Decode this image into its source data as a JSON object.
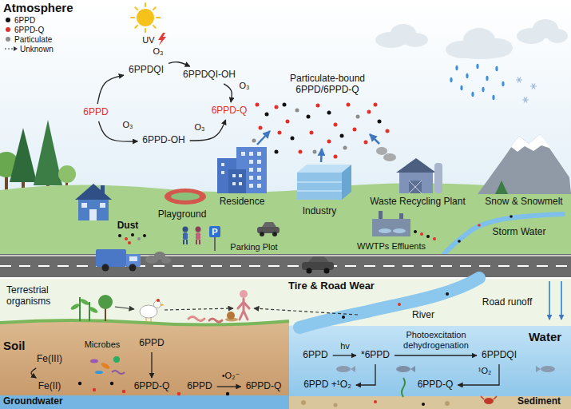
{
  "diagram": {
    "nodes": [
      {
        "text": [
          "6PPDQI"
        ]
      },
      {
        "text": [
          "6PPDQI-OH"
        ]
      },
      {
        "text": [
          "6PPD"
        ]
      },
      {
        "text": [
          "6PPD-Q"
        ]
      },
      {
        "text": [
          "6PPD-OH"
        ]
      },
      {
        "text": [
          "Fe(III)"
        ]
      },
      {
        "text": [
          "6PPD"
        ]
      },
      {
        "text": [
          "Fe(II)"
        ]
      },
      {
        "text": [
          "6PPD-Q"
        ]
      },
      {
        "text": [
          "6PPD"
        ]
      },
      {
        "text": [
          "6PPD-Q"
        ]
      },
      {
        "text": [
          "6PPD"
        ]
      },
      {
        "text": [
          "*6PPD"
        ]
      },
      {
        "text": [
          "6PPDQI"
        ]
      },
      {
        "text": [
          "6PPD +¹O₂"
        ]
      },
      {
        "text": [
          "6PPD-Q"
        ]
      }
    ],
    "edges": [
      {
        "from": 2,
        "to": 0,
        "arrow": "to"
      },
      {
        "from": 0,
        "to": 1,
        "arrow": "to"
      },
      {
        "from": 1,
        "to": 3,
        "label": "O₃",
        "arrow": "to"
      },
      {
        "from": 2,
        "to": 4,
        "label": "O₃",
        "arrow": "to"
      },
      {
        "from": 4,
        "to": 3,
        "label": "O₃",
        "arrow": "to"
      },
      {
        "from": 5,
        "to": 7,
        "arrow": "to"
      },
      {
        "from": 6,
        "to": 8,
        "arrow": "to"
      },
      {
        "from": 9,
        "to": 10,
        "label": "•O₂⁻",
        "arrow": "to"
      },
      {
        "from": 11,
        "to": 12,
        "label": "hv",
        "arrow": "to"
      },
      {
        "from": 12,
        "to": 13,
        "label": "Photoexcitation dehydrogenation",
        "arrow": "to"
      },
      {
        "from": 12,
        "to": 14,
        "arrow": "to"
      },
      {
        "from": 13,
        "to": 15,
        "label": "¹O₂",
        "arrow": "to"
      }
    ],
    "labels": [
      "Atmosphere",
      "UV",
      "O₃",
      "Particulate-bound 6PPD/6PPD-Q",
      "Residence",
      "Industry",
      "Waste Recycling Plant",
      "Snow & Snowmelt",
      "Dust",
      "Playground",
      "P",
      "Parking Plot",
      "Storm Water",
      "WWTPs Effluents",
      "Tire & Road Wear",
      "River",
      "Road runoff",
      "Terrestrial organisms",
      "Soil",
      "Microbes",
      "Water",
      "Groundwater",
      "Sediment"
    ],
    "legend": [
      {
        "text": "6PPD",
        "color": "#111111"
      },
      {
        "text": "6PPD-Q",
        "color": "#e0312b"
      },
      {
        "text": "Particulate",
        "color": "#8c8c8c"
      },
      {
        "text": "Unknown"
      }
    ]
  }
}
